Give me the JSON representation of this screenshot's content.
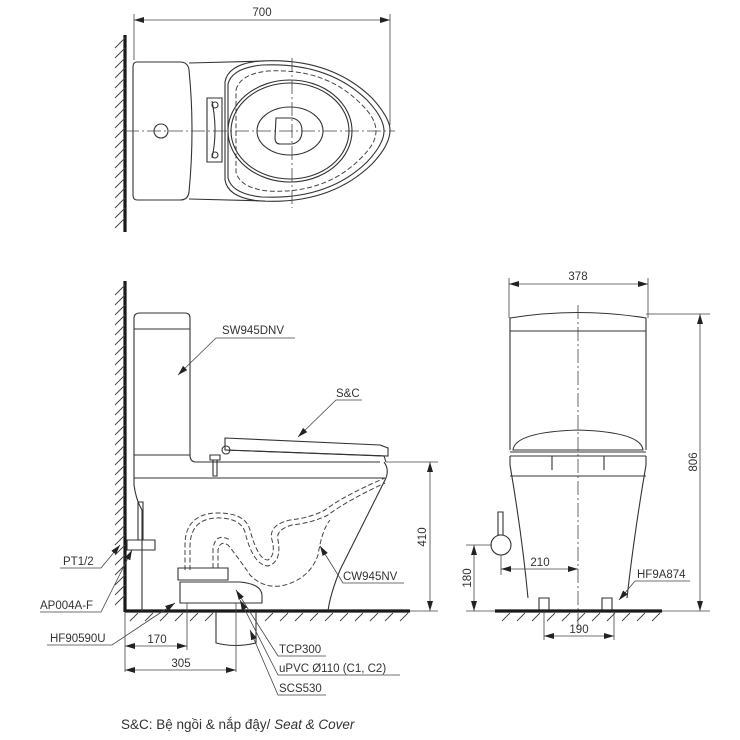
{
  "top_view": {
    "dimensions": {
      "length": "700"
    }
  },
  "side_view": {
    "labels": {
      "tank": "SW945DNV",
      "seat_cover": "S&C",
      "bowl": "CW945NV",
      "water_inlet": "PT1/2",
      "angle_valve": "AP004A-F",
      "floor_bolt": "HF90590U",
      "flange": "TCP300",
      "drain_pipe": "uPVC Ø110 (C1, C2)",
      "seal": "SCS530"
    },
    "dimensions": {
      "seat_height": "410",
      "inlet_offset": "170",
      "rough_in": "305"
    }
  },
  "front_view": {
    "labels": {
      "bolt_cap": "HF9A874"
    },
    "dimensions": {
      "width": "378",
      "total_height": "806",
      "inlet_height": "180",
      "inlet_offset": "210",
      "bolt_spacing": "190"
    }
  },
  "caption": {
    "prefix": "S&C: Bệ ngồi & nắp đậy/ ",
    "english": "Seat & Cover"
  }
}
